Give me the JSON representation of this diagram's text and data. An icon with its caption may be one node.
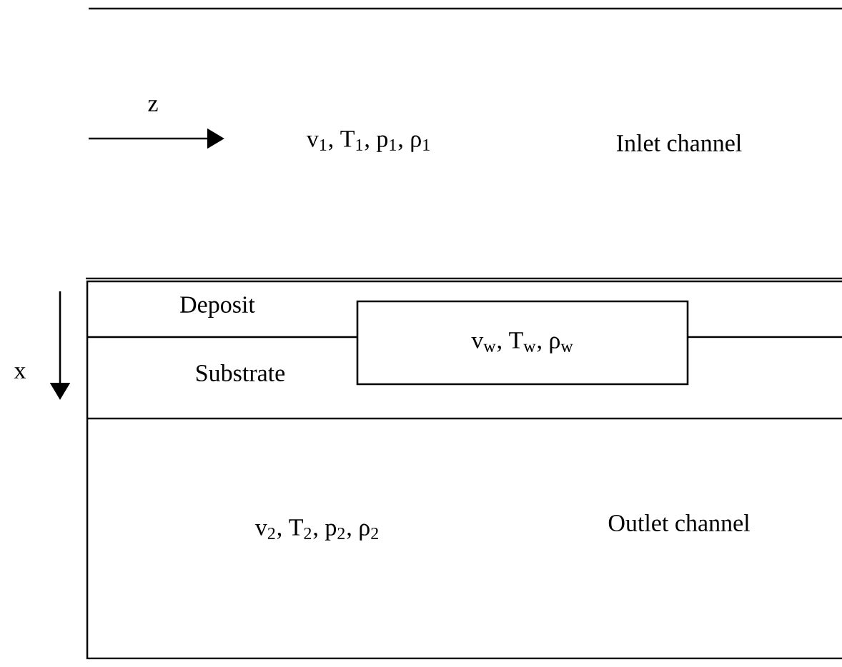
{
  "diagram": {
    "nodes": [
      {
        "text": [
          "v$_{w}$, T$_{w}$, ρ$_{w}$"
        ]
      }
    ],
    "labels": [
      "z",
      "v$_{1}$, T$_{1}$, p$_{1}$, ρ$_{1}$",
      "Inlet channel",
      "Deposit",
      "x",
      "Substrate",
      "v$_{2}$, T$_{2}$, p$_{2}$, ρ$_{2}$",
      "Outlet channel"
    ]
  }
}
